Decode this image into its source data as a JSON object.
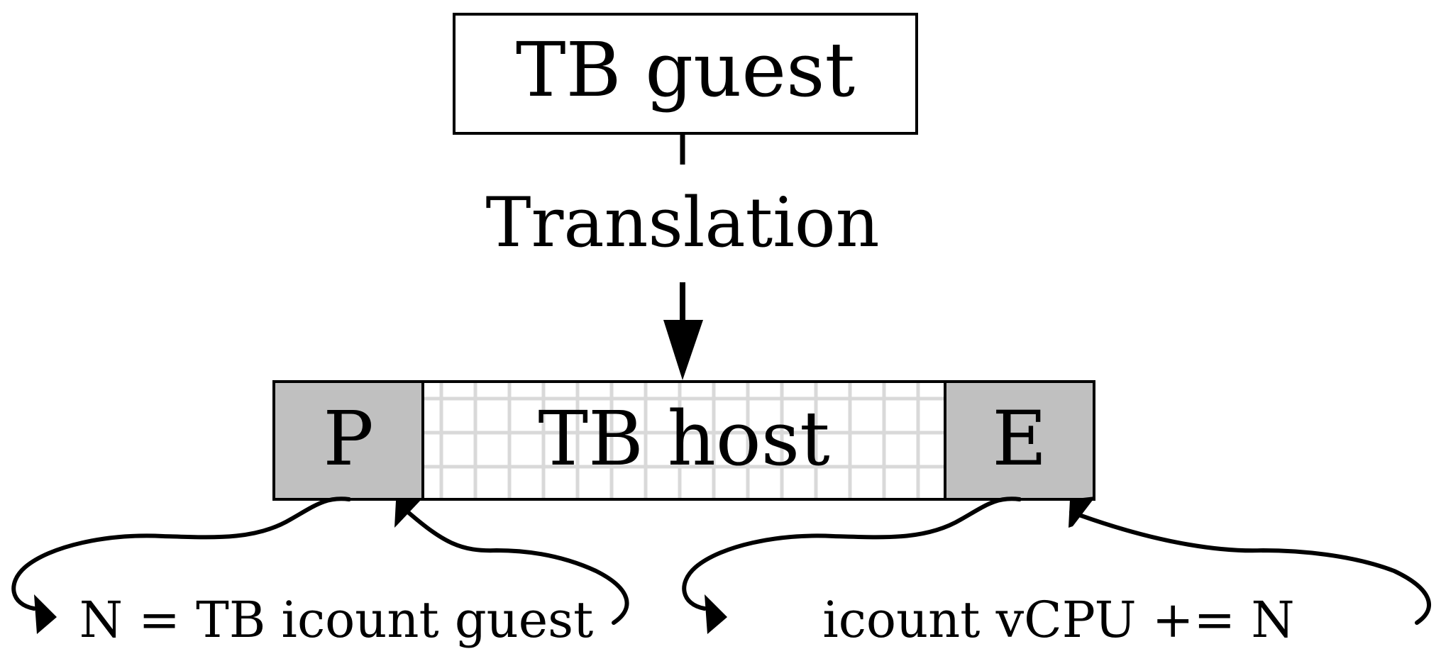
{
  "diagram": {
    "guest_block": {
      "label": "TB guest"
    },
    "translation": {
      "label": "Translation"
    },
    "host_block": {
      "prologue_label": "P",
      "body_label": "TB host",
      "epilogue_label": "E"
    },
    "annotations": {
      "left": "N = TB icount guest",
      "right": "icount vCPU += N"
    },
    "colors": {
      "stroke": "#000000",
      "block_fill": "#c0c0c0",
      "grid": "#d9d9d9",
      "background": "#ffffff"
    }
  }
}
